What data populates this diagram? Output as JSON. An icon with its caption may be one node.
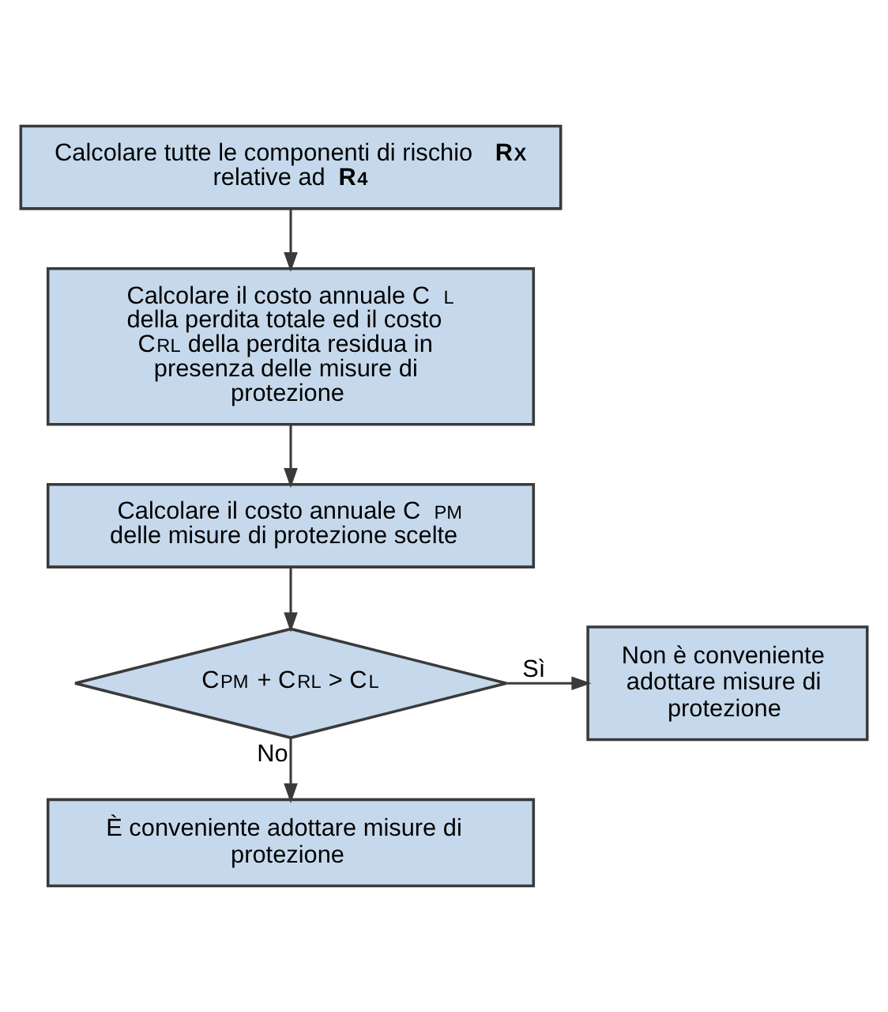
{
  "diagram": {
    "nodes": [
      {
        "text": [
          "Calcolare tutte le componenti di rischio **R$_{X}$** relative ad **R$_{4}$**"
        ]
      },
      {
        "text": [
          "Calcolare il costo annuale C$_{L}$ della perdita totale ed il costo C$_{RL}$ della perdita residua in presenza delle misure di protezione"
        ]
      },
      {
        "text": [
          "Calcolare il costo annuale C$_{PM}$ delle misure di protezione scelte"
        ]
      },
      {
        "text": [
          "C$_{PM}$ + C$_{RL}$ > C$_{L}$"
        ]
      },
      {
        "text": [
          "Non è conveniente adottare misure di protezione"
        ]
      },
      {
        "text": [
          "È conveniente adottare misure di protezione"
        ]
      }
    ],
    "edges": [
      {
        "from": 0,
        "to": 1,
        "arrow": "to"
      },
      {
        "from": 1,
        "to": 2,
        "arrow": "to"
      },
      {
        "from": 2,
        "to": 3,
        "arrow": "to"
      },
      {
        "from": 3,
        "to": 4,
        "arrow": "to",
        "label": "Sì"
      },
      {
        "from": 3,
        "to": 5,
        "arrow": "to",
        "label": "No"
      }
    ]
  }
}
